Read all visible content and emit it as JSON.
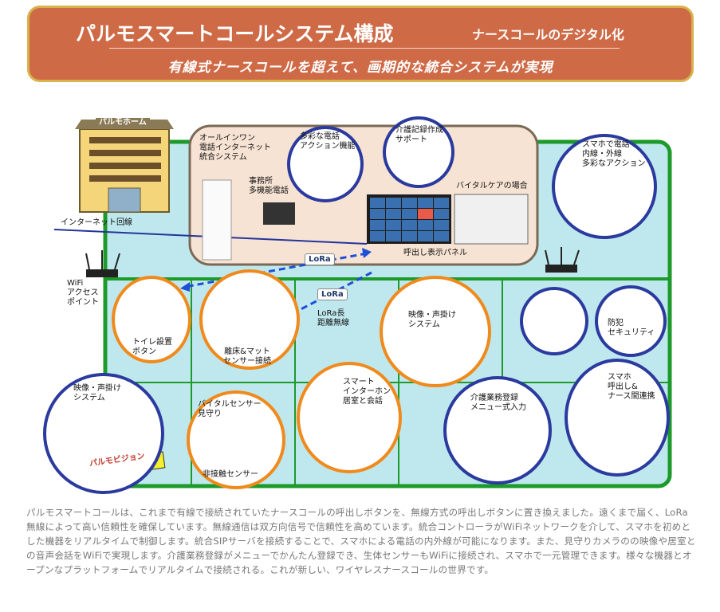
{
  "banner": {
    "title": "パルモスマートコールシステム構成",
    "subtitle": "ナースコールのデジタル化",
    "tagline": "有線式ナースコールを超えて、画期的な統合システムが実現"
  },
  "labels": {
    "building": "パルモホーム",
    "internet": "インターネット回線",
    "wifi": [
      "WiFi",
      "アクセス",
      "ポイント"
    ],
    "allinone": [
      "オールインワン",
      "電話インターネット",
      "統合システム"
    ],
    "office_phone": [
      "事務所",
      "多機能電話"
    ],
    "phone_action": [
      "多彩な電話",
      "アクション機能"
    ],
    "care_record": [
      "介護記録作成",
      "サポート"
    ],
    "vital_care": "バイタルケアの場合",
    "call_panel": "呼出し表示パネル",
    "smartphone_phone": [
      "スマホで電話",
      "内線・外線",
      "多彩なアクション"
    ],
    "lora_badge": "LoRa",
    "lora_long": [
      "LoRa長",
      "距離無線"
    ],
    "toilet": [
      "トイレ設置",
      "ボタン"
    ],
    "bed_mat": [
      "離床&マット",
      "センサー接続"
    ],
    "video_voice_right": [
      "映像・声掛け",
      "システム"
    ],
    "security": [
      "防犯",
      "セキュリティ"
    ],
    "video_voice_left": [
      "映像・声掛け",
      "システム"
    ],
    "palmo_vision": "パルモビジョン",
    "vital_sensor": [
      "バイタルセンサー",
      "見守り"
    ],
    "non_contact": "非接触センサー",
    "intercom": [
      "スマート",
      "インターホン",
      "居室と会話"
    ],
    "care_menu": [
      "介護業務登録",
      "メニュー式入力"
    ],
    "smartphone_call": [
      "スマホ",
      "呼出し&",
      "ナース間連携"
    ]
  },
  "panel_cells": [
    "",
    "",
    "",
    "",
    "",
    "",
    "",
    "",
    "",
    "",
    "",
    "",
    "",
    "",
    "",
    "",
    "",
    "",
    "",
    ""
  ],
  "description": "パルモスマートコールは、これまで有線で接続されていたナースコールの呼出しボタンを、無線方式の呼出しボタンに置き換えました。遠くまで届く、LoRa無線によって高い信頼性を確保しています。無線通信は双方向信号で信頼性を高めています。統合コントローラがWiFiネットワークを介して、スマホを初めとした機器をリアルタイムで制御します。統合SIPサーバを接続することで、スマホによる電話の内外線が可能になります。また、見守りカメラのの映像や居室との音声会話をWiFiで実現します。介護業務登録がメニューでかんたん登録でき、生体センサーもWiFiに接続され、スマホで一元管理できます。様々な機器とオープンなプラットフォームでリアルタイムで接続される。これが新しい、ワイヤレスナースコールの世界です。",
  "colors": {
    "banner": "#cf6a47",
    "banner_border": "#d8b24c",
    "network_green": "#1c9a2a",
    "room_fill": "#bfe8ee",
    "office_fill": "#f7e3d3",
    "circle_blue": "#2b3a9e",
    "circle_orange": "#f08a1c",
    "lora_arrow": "#1e4fd8"
  }
}
